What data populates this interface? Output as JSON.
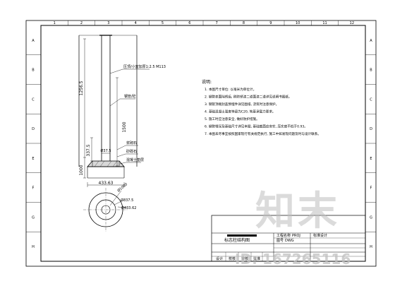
{
  "frame": {
    "col_labels": [
      "1",
      "2",
      "3",
      "4",
      "5",
      "6",
      "7",
      "8",
      "9",
      "10",
      "11",
      "12"
    ],
    "row_labels": [
      "A",
      "B",
      "C",
      "D",
      "E",
      "F",
      "G",
      "H"
    ]
  },
  "elevation": {
    "dims": {
      "total_height": "1256.5",
      "mid_height": "1500",
      "lower_height": "337.5",
      "base_height": "1000",
      "top_dia": "Ø37.5",
      "base_width": "433.63"
    },
    "labels": {
      "top_note": "压顶/小室加厚1:2.5 M113",
      "pipe": "钢管/砼",
      "lower1": "浆砌石",
      "lower2": "砂砾石",
      "lower3": "混凝土垫层"
    }
  },
  "plan": {
    "dim1": "Ø1000",
    "dim2": "Ø337.5",
    "dim3": "Ø433.62"
  },
  "notes": {
    "heading": "说明:",
    "lines": [
      "1. 本图尺寸单位: 以毫米为单位计。",
      "2. 钢管表面除锈后, 刷防锈漆二道面漆二道详见说明书图纸。",
      "3. 钢管顶端封盖预埋件详见图纸, 浇筑时注意保护。",
      "4. 基础混凝土强度等级为C20, 地基承载力要求。",
      "5. 施工时应注意安全, 做好防护措施。",
      "6. 钢管埋深及基础尺寸详见本图, 基础底面应夯实, 压实度不低于0.93。",
      "7. 本图未尽事宜按照国家现行有关规范执行, 施工中如发现问题及时与设计联系。"
    ]
  },
  "title_block": {
    "drawing_name": "标志柱结构图",
    "project_label": "工程名称",
    "project": "PROJ",
    "unit_label": "图号",
    "unit": "DWG",
    "design_field": "标准设计",
    "rows": [
      "设计",
      "校核",
      "审核",
      "批准"
    ]
  },
  "watermark": {
    "text": "知末",
    "id": "ID: 167265116"
  }
}
